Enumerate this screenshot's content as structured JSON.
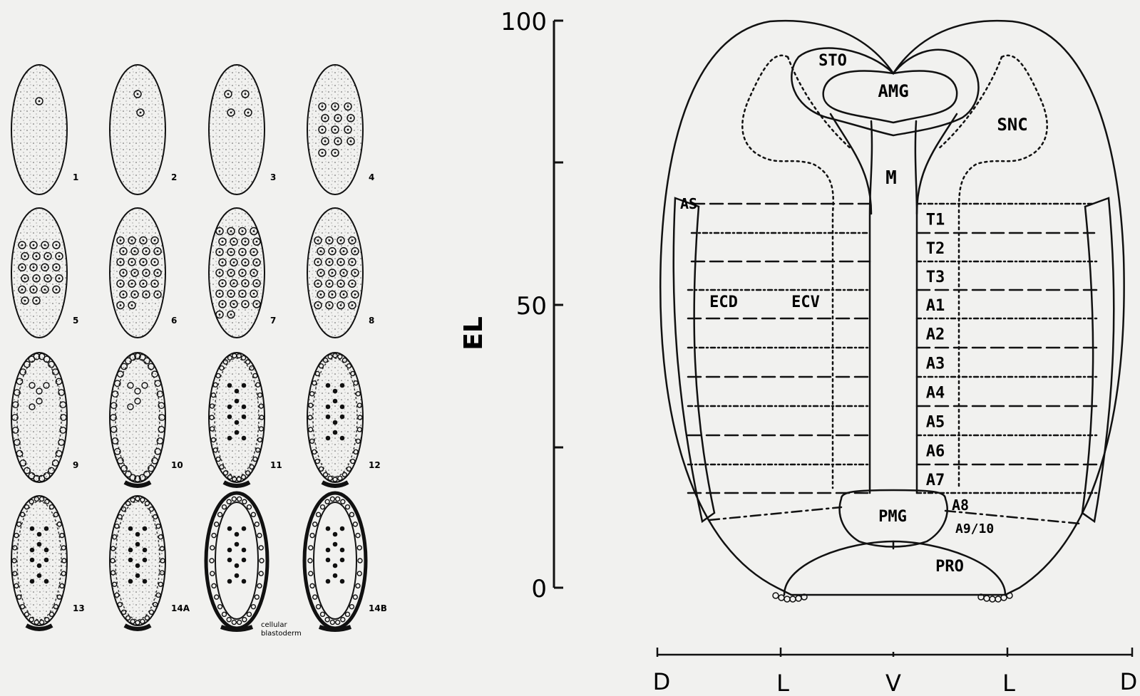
{
  "stages": [
    "1",
    "2",
    "3",
    "4",
    "5",
    "6",
    "7",
    "8",
    "9",
    "10",
    "11",
    "12",
    "13",
    "14A",
    "",
    "14B"
  ],
  "stage_note": [
    "cellular",
    "blastoderm"
  ],
  "axis": {
    "title": "EL",
    "ticks": [
      "100",
      "50",
      "0"
    ]
  },
  "regions": {
    "sto": "STO",
    "amg": "AMG",
    "snc": "SNC",
    "m": "M",
    "as": "AS",
    "ecd": "ECD",
    "ecv": "ECV",
    "pmg": "PMG",
    "pro": "PRO"
  },
  "segments": [
    "T1",
    "T2",
    "T3",
    "A1",
    "A2",
    "A3",
    "A4",
    "A5",
    "A6",
    "A7"
  ],
  "posterior_segments": [
    "A8",
    "A9/10"
  ],
  "dv_axis": [
    "D",
    "L",
    "V",
    "L",
    "D"
  ],
  "colors": {
    "ink": "#111111",
    "paper": "#f1f1ef",
    "shade": "#9a9a9a"
  }
}
